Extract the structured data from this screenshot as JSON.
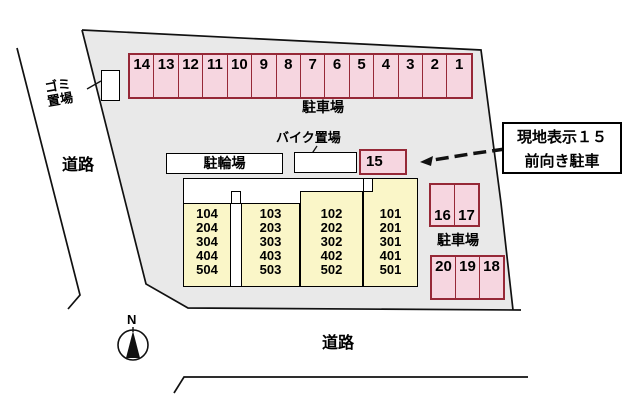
{
  "top_parking": {
    "label": "駐車場",
    "spaces": [
      "14",
      "13",
      "12",
      "11",
      "10",
      "9",
      "8",
      "7",
      "6",
      "5",
      "4",
      "3",
      "2",
      "1"
    ]
  },
  "left_area": {
    "trash_line1": "ゴミ",
    "trash_line2": "置場",
    "road_label": "道路"
  },
  "mid_area": {
    "bicycle_parking_label": "駐輪場",
    "bike_area_label": "バイク置場",
    "space15_label": "15"
  },
  "building": {
    "col4": [
      "104",
      "204",
      "304",
      "404",
      "504"
    ],
    "col3": [
      "103",
      "203",
      "303",
      "403",
      "503"
    ],
    "col2": [
      "102",
      "202",
      "302",
      "402",
      "502"
    ],
    "col1": [
      "101",
      "201",
      "301",
      "401",
      "501"
    ]
  },
  "right_parking": {
    "upper_spaces": [
      "16",
      "17"
    ],
    "label": "駐車場",
    "lower_spaces": [
      "20",
      "19",
      "18"
    ]
  },
  "callout": {
    "line1": "現地表示１５",
    "line2": "前向き駐車"
  },
  "bottom_area": {
    "road_label": "道路"
  },
  "compass": {
    "label": "N"
  },
  "colors": {
    "parking_fill": "#f6d6e0",
    "parking_border": "#962837",
    "building_fill": "#faf6c8",
    "property_fill": "#e9e9e9",
    "line": "#111111"
  }
}
